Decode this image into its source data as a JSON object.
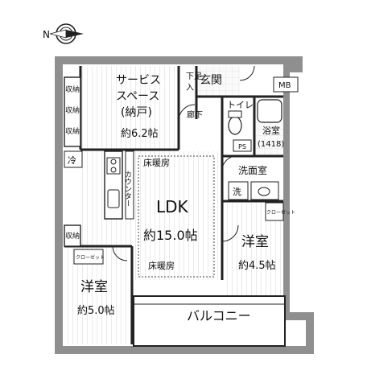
{
  "compass": {
    "north": "N"
  },
  "rooms": {
    "service_space": {
      "line1": "サービス",
      "line2": "スペース",
      "line3": "(納戸)",
      "size": "約6.2帖"
    },
    "genkan": {
      "name": "玄関"
    },
    "shoeire": {
      "line1": "下足",
      "line2": "入"
    },
    "mb": {
      "name": "MB"
    },
    "toilet": {
      "name": "トイレ"
    },
    "rouka": {
      "name": "廊下"
    },
    "bath": {
      "name": "浴室",
      "size": "(1418)"
    },
    "ps": {
      "name": "PS"
    },
    "senmen": {
      "name": "洗面室"
    },
    "sen": {
      "name": "洗"
    },
    "ldk": {
      "name": "LDK",
      "size": "約15.0帖"
    },
    "yushitsu_east": {
      "name": "洋室",
      "size": "約4.5帖"
    },
    "yushitsu_west": {
      "name": "洋室",
      "size": "約5.0帖"
    },
    "balcony": {
      "name": "バルコニー"
    }
  },
  "features": {
    "shuno": "収納",
    "rei": "冷",
    "counter": "カウンター",
    "floor_heat": "床暖房",
    "closet": "クローゼット"
  }
}
